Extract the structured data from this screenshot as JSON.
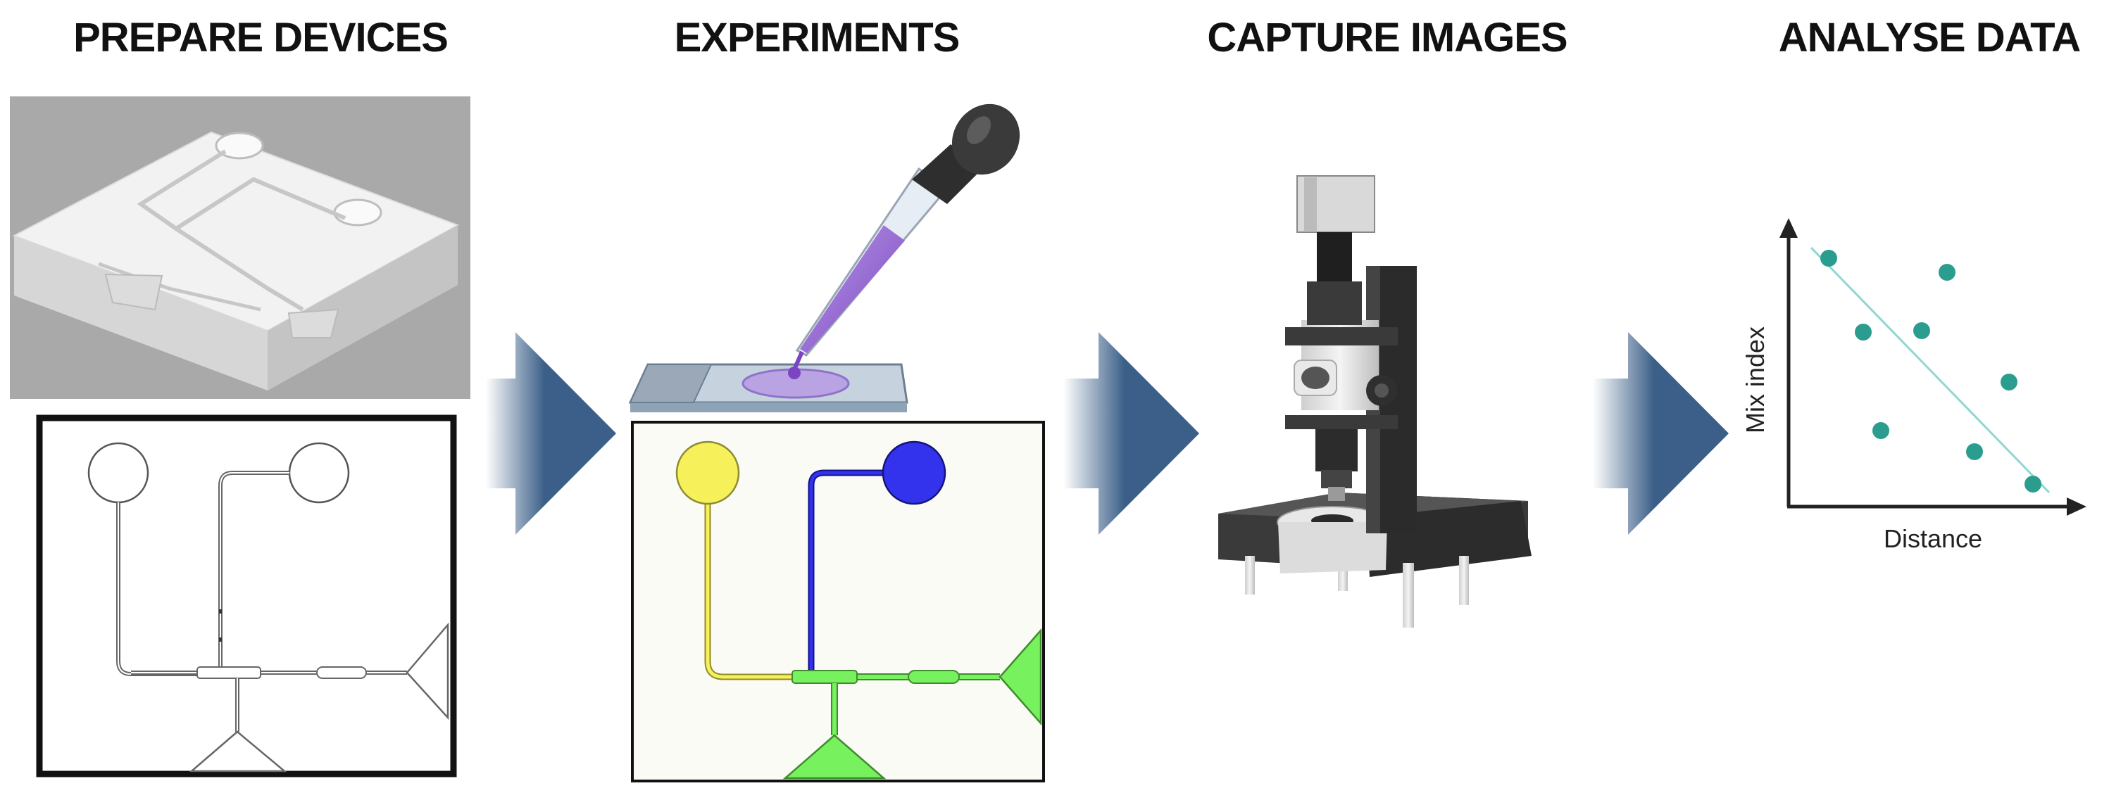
{
  "stages": [
    {
      "title": "PREPARE DEVICES"
    },
    {
      "title": "EXPERIMENTS"
    },
    {
      "title": "CAPTURE IMAGES"
    },
    {
      "title": "ANALYSE DATA"
    }
  ],
  "chart": {
    "xlabel": "Distance",
    "ylabel": "Mix index"
  },
  "colors": {
    "arrow": "#3b5f88",
    "teal": "#2a9d8f",
    "yellow": "#f6f05a",
    "blue": "#3333ee",
    "green": "#77f25e",
    "purple": "#8a5bc9"
  }
}
